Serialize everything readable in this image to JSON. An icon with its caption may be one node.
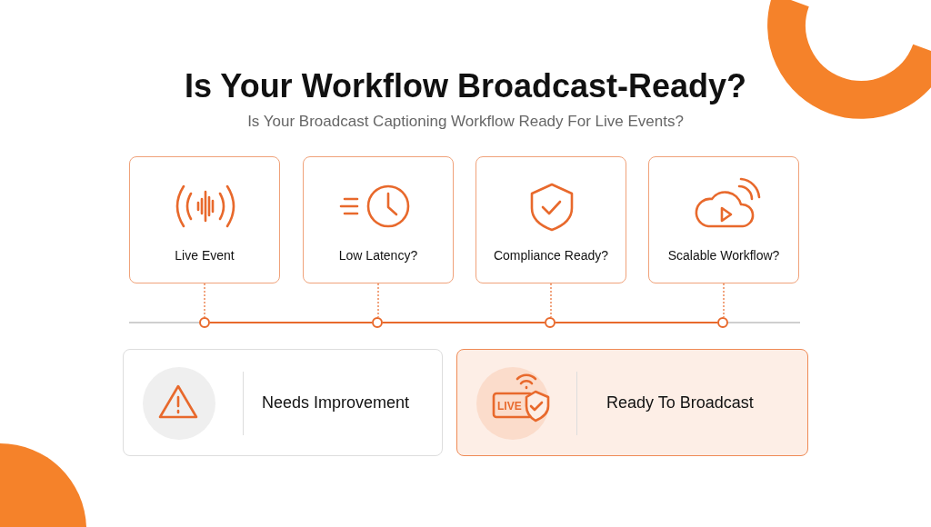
{
  "diagram": {
    "title": "Is Your Workflow Broadcast-Ready?",
    "caption": "Is Your Broadcast Captioning Workflow Ready For Live Events?",
    "nodes": [
      {
        "text": [
          "Live Event"
        ]
      },
      {
        "text": [
          "Low Latency?"
        ]
      },
      {
        "text": [
          "Compliance Ready?"
        ]
      },
      {
        "text": [
          "Scalable Workflow?"
        ]
      },
      {
        "text": [],
        "shape": "circle"
      },
      {
        "text": [],
        "shape": "circle"
      },
      {
        "text": [],
        "shape": "circle"
      },
      {
        "text": [],
        "shape": "circle"
      },
      {
        "text": [
          "Needs Improvement"
        ]
      },
      {
        "text": [
          "Ready To Broadcast"
        ]
      }
    ],
    "edges": [
      {
        "from": 0,
        "to": 4,
        "arrow": "none",
        "style": "dashed"
      },
      {
        "from": 1,
        "to": 5,
        "arrow": "none",
        "style": "dashed"
      },
      {
        "from": 2,
        "to": 6,
        "arrow": "none",
        "style": "dashed"
      },
      {
        "from": 3,
        "to": 7,
        "arrow": "none",
        "style": "dashed"
      },
      {
        "from": 4,
        "to": 5,
        "arrow": "none"
      },
      {
        "from": 5,
        "to": 6,
        "arrow": "none"
      },
      {
        "from": 6,
        "to": 7,
        "arrow": "none"
      }
    ],
    "labels": [
      "LIVE"
    ]
  }
}
